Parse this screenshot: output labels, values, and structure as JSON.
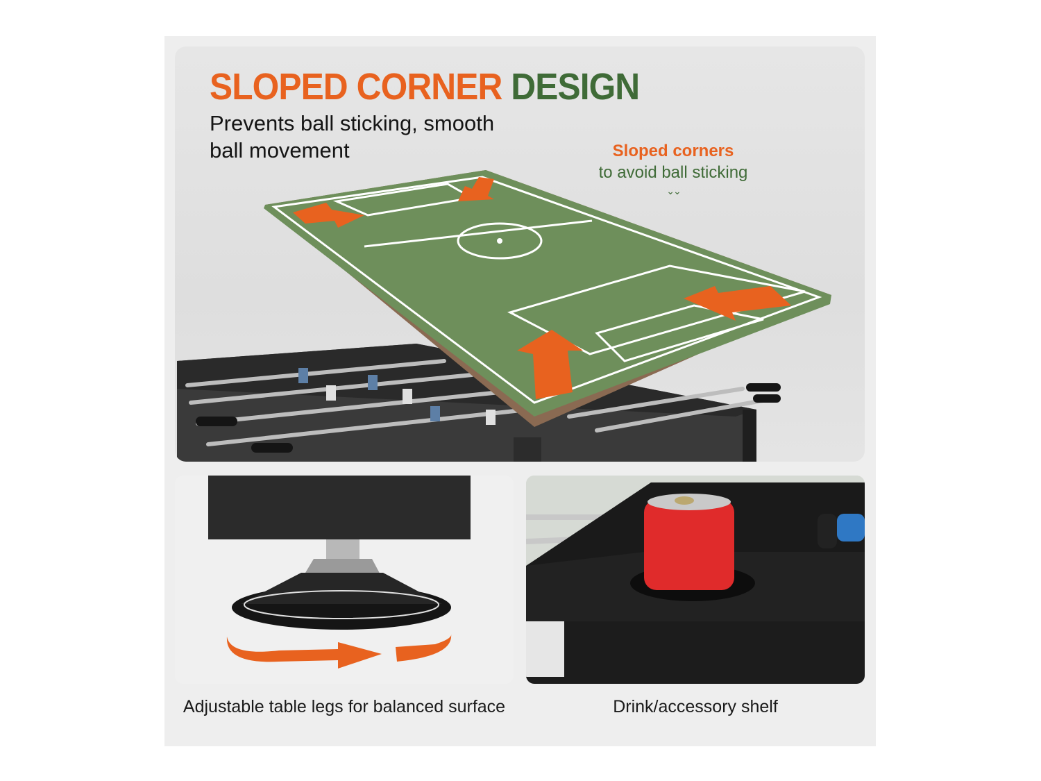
{
  "headline": {
    "part1": "SLOPED CORNER",
    "part2": "DESIGN"
  },
  "subtitle": "Prevents ball sticking, smooth ball movement",
  "annotation": {
    "heading": "Sloped corners",
    "text": "to avoid ball sticking",
    "chevron": "⌄⌄"
  },
  "captions": {
    "legs": "Adjustable table legs for balanced surface",
    "shelf": "Drink/accessory shelf"
  },
  "colors": {
    "orange": "#e8621f",
    "green": "#3f6b37",
    "field": "#6f8f5c"
  },
  "icons": {
    "arrows": "orange-arrow-icon",
    "rotate": "rotate-arrow-icon",
    "chevron": "double-chevron-down-icon"
  }
}
